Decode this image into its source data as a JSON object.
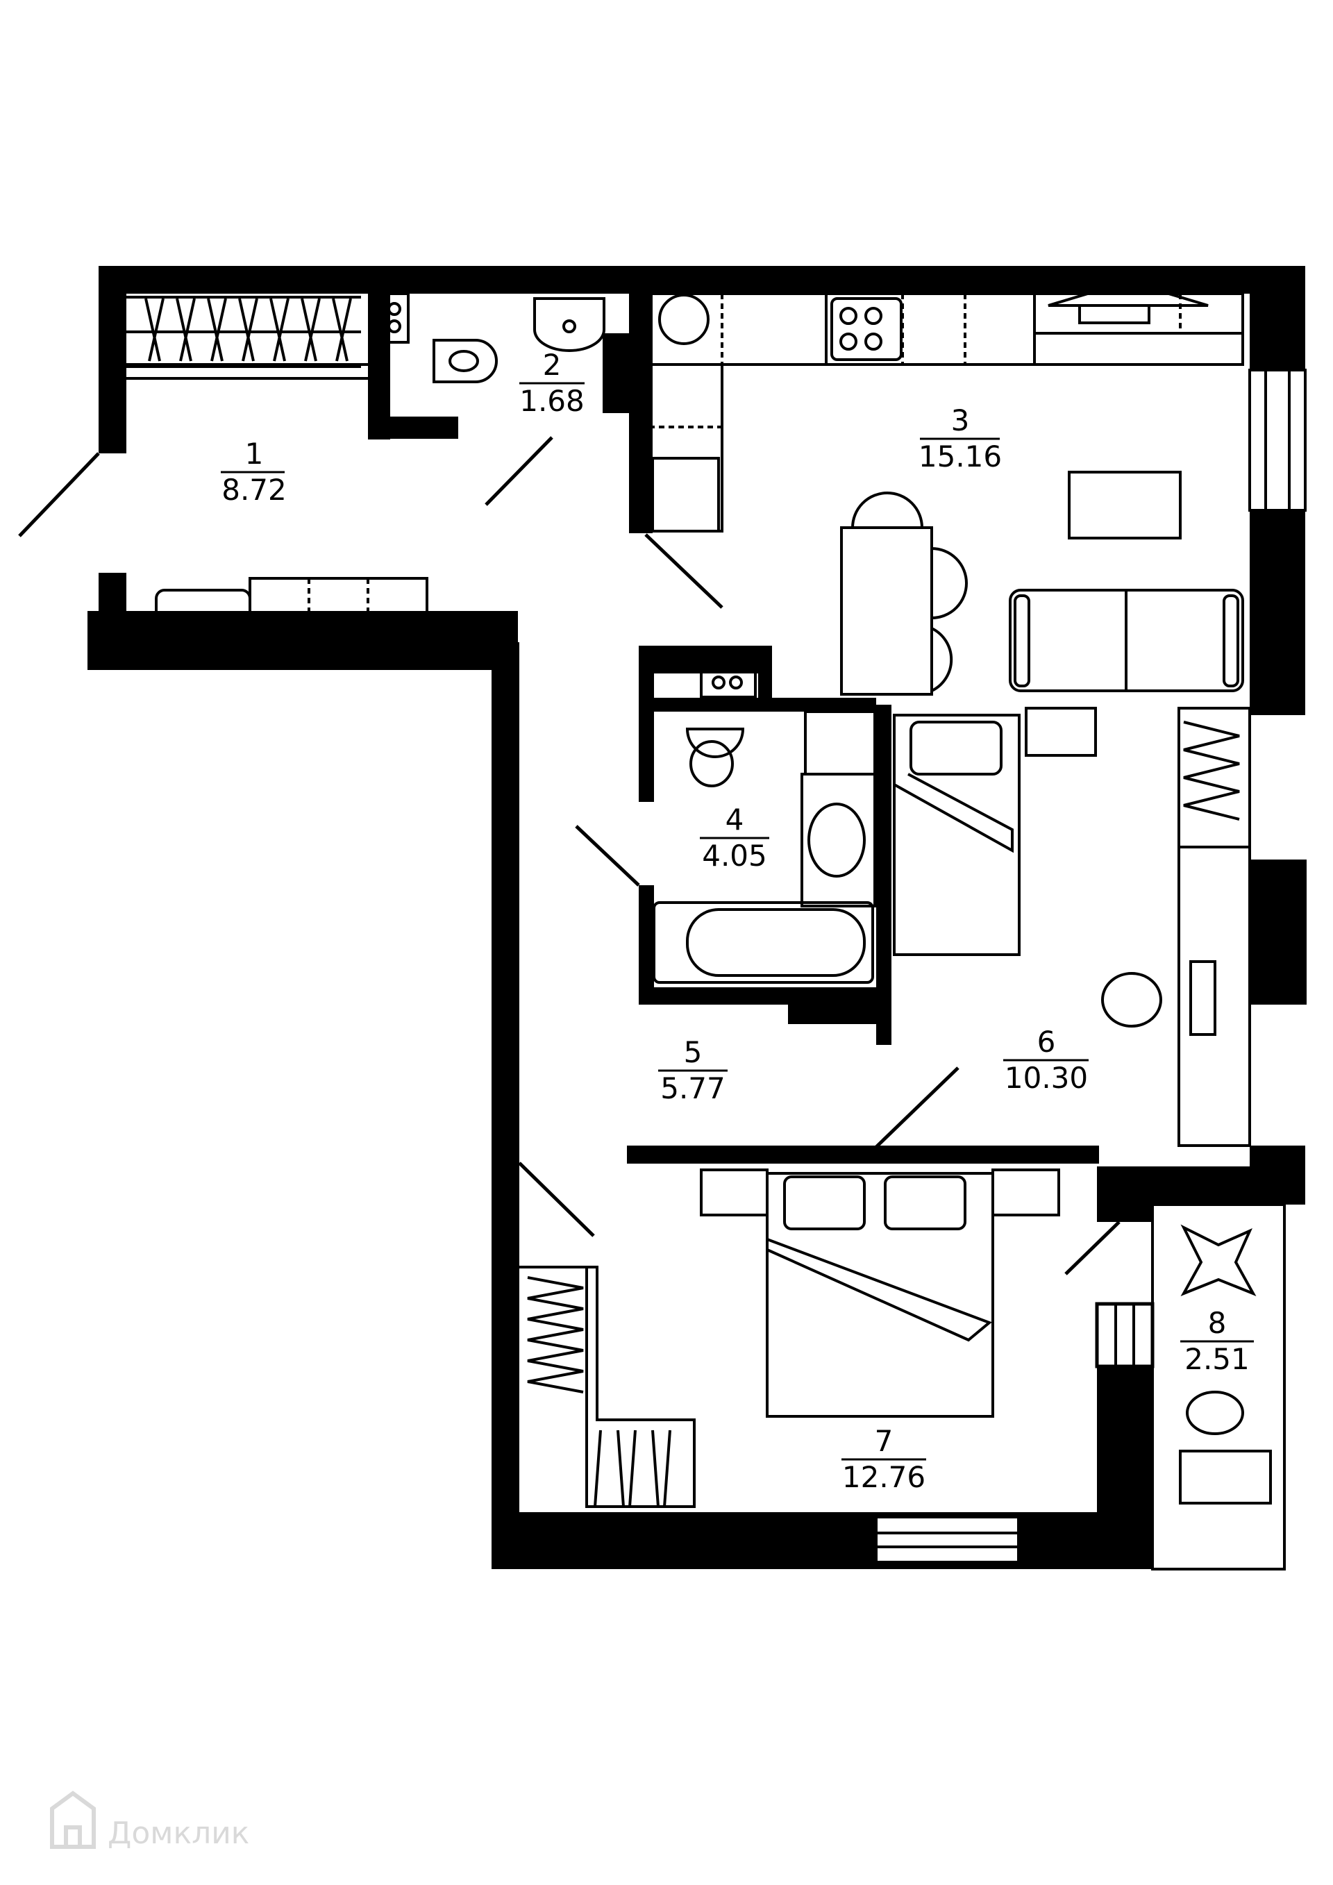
{
  "plan": {
    "rooms": [
      {
        "number": "1",
        "area": "8.72"
      },
      {
        "number": "2",
        "area": "1.68"
      },
      {
        "number": "3",
        "area": "15.16"
      },
      {
        "number": "4",
        "area": "4.05"
      },
      {
        "number": "5",
        "area": "5.77"
      },
      {
        "number": "6",
        "area": "10.30"
      },
      {
        "number": "7",
        "area": "12.76"
      },
      {
        "number": "8",
        "area": "2.51"
      }
    ]
  },
  "watermark": {
    "text": "Домклик",
    "icon": "house-logo-icon",
    "color": "#d9d9d9"
  },
  "colors": {
    "wall": "#000000",
    "background": "#ffffff"
  }
}
